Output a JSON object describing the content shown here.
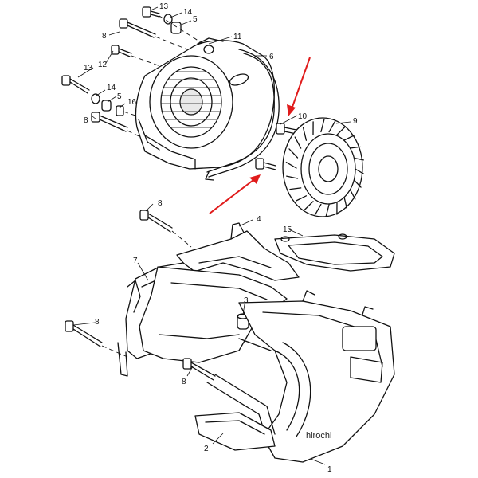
{
  "callouts": {
    "c1": "1",
    "c2": "2",
    "c3": "3",
    "c4": "4",
    "c5a": "5",
    "c5b": "5",
    "c6": "6",
    "c7": "7",
    "c8a": "8",
    "c8b": "8",
    "c8c": "8",
    "c8d": "8",
    "c8e": "8",
    "c9": "9",
    "c10": "10",
    "c11": "11",
    "c12": "12",
    "c13a": "13",
    "c13b": "13",
    "c14a": "14",
    "c14b": "14",
    "c15": "15",
    "c16": "16"
  },
  "watermark": "hirochi",
  "colors": {
    "ink": "#111111",
    "arrow": "#e01b1b",
    "background": "#ffffff"
  }
}
